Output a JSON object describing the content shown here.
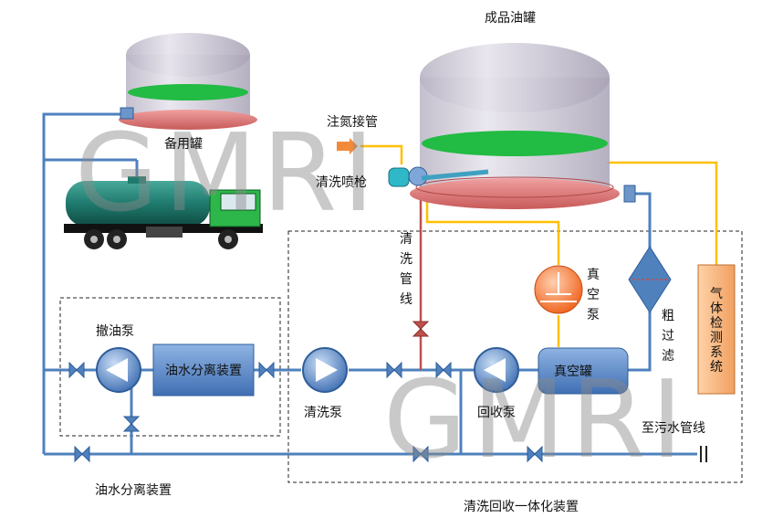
{
  "labels": {
    "product_tank": "成品油罐",
    "backup_tank": "备用罐",
    "nitrogen_pipe": "注氮接管",
    "spray_gun": "清洗喷枪",
    "cleaning_line": "清洗管线",
    "vacuum_pump": "真空泵",
    "coarse_filter": "粗过滤",
    "gas_detection": "气体检测系统",
    "pump_out": "撤油泵",
    "oil_water_separator_box": "油水分离装置",
    "cleaning_pump": "清洗泵",
    "vacuum_tank": "真空罐",
    "recovery_pump": "回收泵",
    "to_sewer": "至污水管线",
    "oil_water_separator_caption": "油水分离装置",
    "integrated_unit_caption": "清洗回收一体化装置"
  },
  "watermarks": [
    "GMRI",
    "GMRI"
  ],
  "colors": {
    "pipe_blue": "#4f81bd",
    "pipe_red": "#c0504d",
    "pipe_yellow": "#ffc000",
    "oil_green": "#22bb44",
    "tank_base": "#e08080",
    "equipment_blue": "#5b8fd0",
    "gas_box": "#f5b070"
  }
}
